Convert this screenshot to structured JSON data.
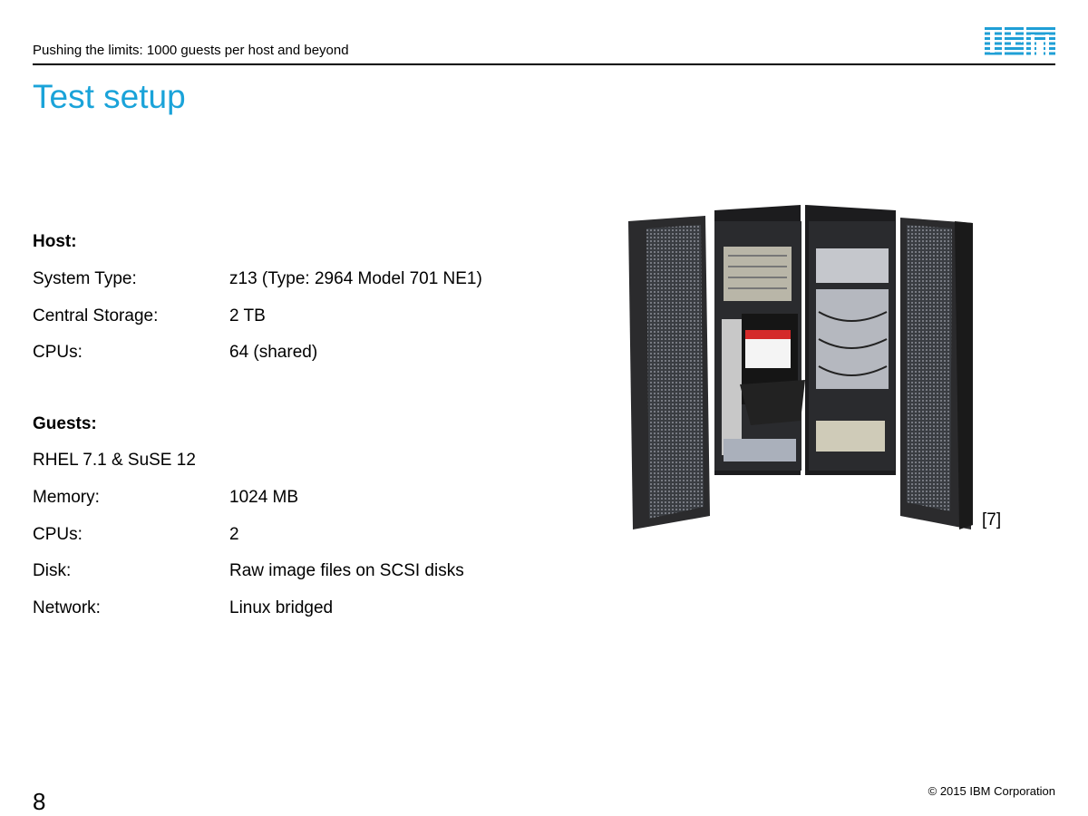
{
  "header": {
    "subtitle": "Pushing the limits: 1000 guests per host and beyond",
    "logo_text": "IBM"
  },
  "title": "Test setup",
  "host": {
    "heading": "Host:",
    "rows": [
      {
        "label": "System Type:",
        "value": "z13 (Type: 2964 Model 701 NE1)"
      },
      {
        "label": "Central Storage:",
        "value": "2 TB"
      },
      {
        "label": "CPUs:",
        "value": "64  (shared)"
      }
    ]
  },
  "guests": {
    "heading": "Guests:",
    "os": "RHEL 7.1 &  SuSE 12",
    "rows": [
      {
        "label": "Memory:",
        "value": "1024 MB"
      },
      {
        "label": "CPUs:",
        "value": "2"
      },
      {
        "label": "Disk:",
        "value": "Raw image files on SCSI disks"
      },
      {
        "label": "Network:",
        "value": "Linux bridged"
      }
    ]
  },
  "image_reference": "[7]",
  "footer": {
    "page_number": "8",
    "copyright": "© 2015 IBM Corporation"
  },
  "colors": {
    "title": "#1aa3d9",
    "logo": "#1f70c1"
  }
}
